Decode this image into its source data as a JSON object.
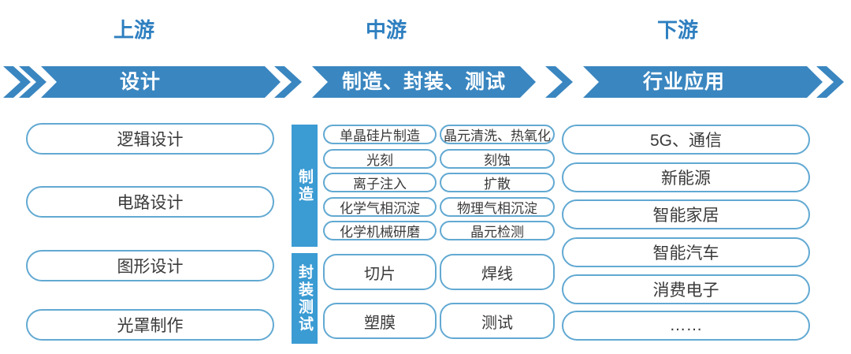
{
  "colors": {
    "stage_label_blue": "#2e7fc0",
    "ribbon_blue": "#3a86c0",
    "tab_blue": "#3b9bd3",
    "pill_border_blue": "#62a9d2",
    "pill_text": "#3a3a3a"
  },
  "header": {
    "stages": [
      {
        "label": "上游"
      },
      {
        "label": "中游"
      },
      {
        "label": "下游"
      }
    ]
  },
  "ribbon": {
    "segments": [
      {
        "label": "设计"
      },
      {
        "label": "制造、封装、测试"
      },
      {
        "label": "行业应用"
      }
    ]
  },
  "upstream": {
    "items": [
      "逻辑设计",
      "电路设计",
      "图形设计",
      "光罩制作"
    ]
  },
  "midstream": {
    "manufacturing": {
      "tab": "制造",
      "col1": [
        "单晶硅片制造",
        "光刻",
        "离子注入",
        "化学气相沉淀",
        "化学机械研磨"
      ],
      "col2": [
        "晶元清洗、热氧化",
        "刻蚀",
        "扩散",
        "物理气相沉淀",
        "晶元检测"
      ]
    },
    "packaging": {
      "tab": "封装测试",
      "col1": [
        "切片",
        "塑膜"
      ],
      "col2": [
        "焊线",
        "测试"
      ]
    }
  },
  "downstream": {
    "items": [
      "5G、通信",
      "新能源",
      "智能家居",
      "智能汽车",
      "消费电子",
      "……"
    ]
  }
}
